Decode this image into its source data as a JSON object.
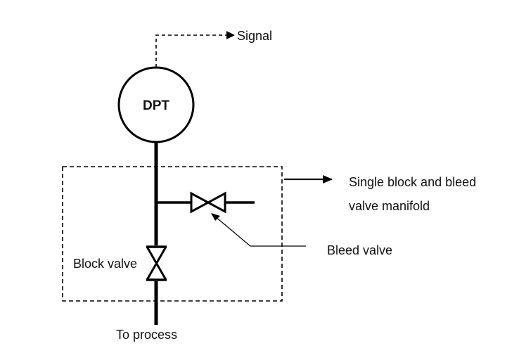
{
  "diagram": {
    "type": "instrument-piping-schematic",
    "colors": {
      "line": "#000000",
      "text": "#111111",
      "background": "#ffffff"
    },
    "nodes": {
      "transmitter": {
        "label": "DPT",
        "shape": "circle"
      },
      "signal": {
        "label": "Signal",
        "connection": "dashed-arrow"
      },
      "bleed_valve": {
        "label": "Bleed valve",
        "symbol": "gate-valve-horizontal"
      },
      "block_valve": {
        "label": "Block valve",
        "symbol": "gate-valve-vertical"
      },
      "process": {
        "label": "To process"
      },
      "manifold": {
        "label_line1": "Single block and bleed",
        "label_line2": "valve manifold",
        "boundary": "dashed-rectangle"
      }
    },
    "edges": [
      {
        "from": "transmitter",
        "to": "signal",
        "style": "dashed",
        "arrow": true
      },
      {
        "from": "transmitter",
        "to": "block_valve",
        "style": "thick-solid"
      },
      {
        "from": "block_valve",
        "to": "process",
        "style": "thick-solid"
      },
      {
        "from": "transmitter-line",
        "to": "bleed_valve",
        "style": "thick-solid"
      },
      {
        "from": "manifold",
        "to": "manifold-label",
        "style": "solid",
        "arrow": true
      },
      {
        "from": "bleed-valve-label",
        "to": "bleed_valve",
        "style": "thin-leader",
        "arrow": true
      }
    ]
  }
}
